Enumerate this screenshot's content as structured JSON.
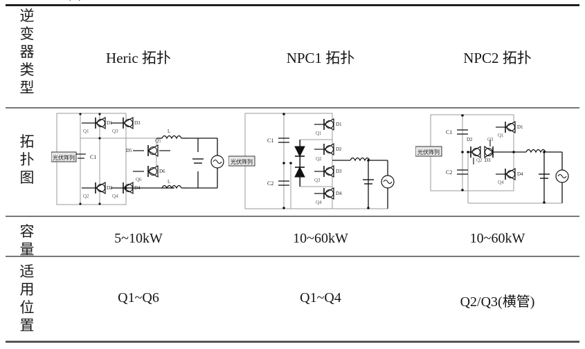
{
  "document": {
    "type": "comparison-table",
    "caption_fragment": "(  )"
  },
  "table": {
    "rows": [
      {
        "id": "inverter-type",
        "label": "逆变器类型",
        "label_chars": [
          "逆",
          "变",
          "器",
          "类",
          "型"
        ],
        "cells": [
          "Heric 拓扑",
          "NPC1 拓扑",
          "NPC2 拓扑"
        ]
      },
      {
        "id": "topology-diagram",
        "label": "拓扑图",
        "label_chars": [
          "拓",
          "扑",
          "图"
        ],
        "cells": [
          "Heric topology schematic",
          "NPC1 topology schematic",
          "NPC2 topology schematic"
        ]
      },
      {
        "id": "capacity",
        "label": "容量",
        "label_chars": [
          "容",
          "量"
        ],
        "cells": [
          "5~10kW",
          "10~60kW",
          "10~60kW"
        ]
      },
      {
        "id": "applicable-position",
        "label": "适用位置",
        "label_chars": [
          "适",
          "用",
          "位",
          "置"
        ],
        "cells": [
          "Q1~Q6",
          "Q1~Q4",
          "Q2/Q3(横管)"
        ]
      }
    ]
  },
  "schematics": {
    "heric": {
      "name": "Heric 拓扑",
      "source_label": "光伏阵列",
      "components": {
        "capacitors": [
          "C1"
        ],
        "switches": [
          "Q1",
          "Q2",
          "Q3",
          "Q4",
          "Q5",
          "Q6"
        ],
        "diodes": [
          "D1",
          "D2",
          "D3",
          "D4",
          "D5",
          "D6"
        ],
        "inductors": [
          "L",
          "L"
        ],
        "output": "AC grid source"
      }
    },
    "npc1": {
      "name": "NPC1 拓扑",
      "source_label": "光伏阵列",
      "components": {
        "capacitors": [
          "C1",
          "C2"
        ],
        "switches": [
          "Q1",
          "Q2",
          "Q3",
          "Q4"
        ],
        "diodes": [
          "D1",
          "D2",
          "D3",
          "D4"
        ],
        "clamp_diodes": 2,
        "inductors": [
          "L"
        ],
        "output": "AC grid source"
      }
    },
    "npc2": {
      "name": "NPC2 拓扑",
      "source_label": "光伏阵列",
      "components": {
        "capacitors": [
          "C1",
          "C2"
        ],
        "switches": [
          "Q1",
          "Q2",
          "Q3",
          "Q4"
        ],
        "diodes": [
          "D1",
          "D2",
          "D3",
          "D4"
        ],
        "inductors": [
          "L"
        ],
        "output": "AC grid source"
      }
    }
  },
  "colors": {
    "rule_dark": "#1e1e1e",
    "rule_gray": "#6d6d6d",
    "wire_black": "#111111",
    "wire_gray": "#9a9a9a",
    "text": "#141414"
  }
}
